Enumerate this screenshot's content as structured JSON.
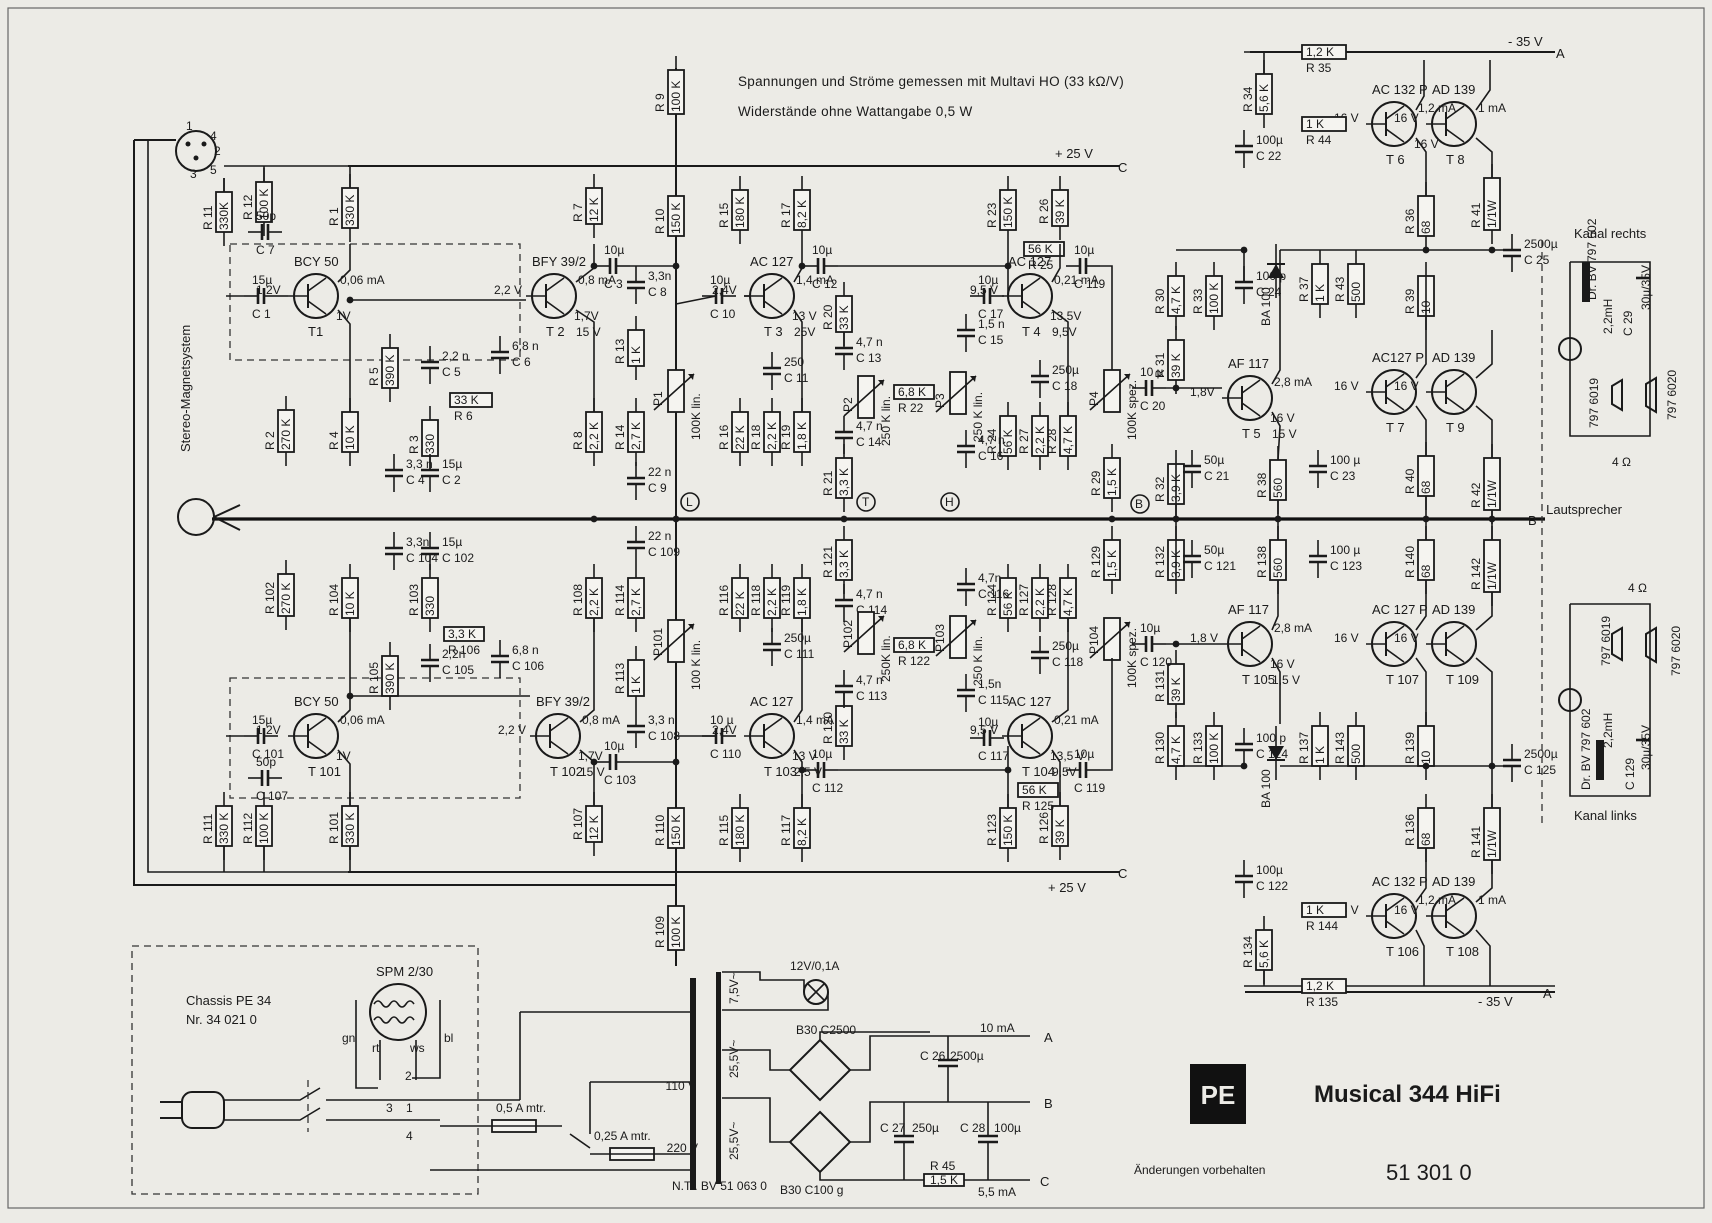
{
  "header": {
    "note_line1": "Spannungen und Ströme gemessen mit Multavi HO (33 kΩ/V)",
    "note_line2": "Widerstände ohne Wattangabe 0,5 W"
  },
  "title_block": {
    "logo": "PE",
    "product": "Musical 344 HiFi",
    "disclaimer": "Änderungen vorbehalten",
    "doc_number": "51 301 0"
  },
  "chassis": {
    "line1": "Chassis PE 34",
    "line2": "Nr. 34 021 0",
    "motor": "SPM 2/30",
    "wire_colors": [
      "gn",
      "rt",
      "ws",
      "bl"
    ]
  },
  "power_supply": {
    "transformer": "N.Tr. BV 51 063 0",
    "lamp": "12V/0,1A",
    "v1": "7,5V~",
    "v2": "25,5V~",
    "v3": "25,5V~",
    "bridge1": "B30 C2500",
    "bridge2": "B30 C100 g",
    "fuse1": "0,5 A mtr.",
    "fuse2": "0,25 A mtr.",
    "mains1": "110 V",
    "mains2": "220 V",
    "out_a_current": "10 mA",
    "out_c_current": "5,5 mA",
    "c26": "C 26",
    "c26v": "2500µ",
    "c27": "C 27",
    "c27v": "250µ",
    "c28": "C 28",
    "c28v": "100µ",
    "r45": "R 45",
    "r45v": "1,5 K",
    "taps": [
      "1",
      "2",
      "3",
      "4"
    ]
  },
  "rails": {
    "plus25_top": "+ 25 V",
    "plus25_bottom": "+ 25 V",
    "minus35_top": "- 35 V",
    "minus35_bottom": "- 35 V",
    "C": "C",
    "A": "A",
    "B": "B"
  },
  "input": {
    "label": "Stereo-Magnetsystem",
    "pins": [
      "1",
      "4",
      "2",
      "3",
      "5"
    ]
  },
  "markers": [
    "L",
    "T",
    "H",
    "B"
  ],
  "speakers": {
    "right_title": "Kanal rechts",
    "left_title": "Kanal links",
    "lautsprecher": "Lautsprecher",
    "ohm": "4 Ω",
    "right_choke": "Dr. BV 797 602",
    "left_choke": "Dr. BV 797 602",
    "inductance": "2,2mH",
    "c29": "C 29",
    "c129": "C 129",
    "cval": "30µ/35V",
    "spk1": "797 6019",
    "spk2": "797 6020"
  },
  "upper": {
    "transistors": [
      {
        "name": "BCY 50",
        "ref": "T1",
        "v": "1,2V",
        "i": "0,06 mA",
        "v2": "1V"
      },
      {
        "name": "BFY 39/2",
        "ref": "T 2",
        "v": "2,2 V",
        "i": "0,8 mA",
        "v2": "1,7V",
        "v3": "15 V"
      },
      {
        "name": "AC 127",
        "ref": "T 3",
        "v": "2,4V",
        "i": "1,4 mA",
        "v2": "13 V",
        "v3": "25V"
      },
      {
        "name": "AC 127",
        "ref": "T 4",
        "v": "9,5 V",
        "i": "0,21 mA",
        "v2": "13,5V",
        "v3": "9,5V"
      },
      {
        "name": "AF 117",
        "ref": "T 5",
        "v": "1,8V",
        "i": "2,8 mA",
        "v2": "16 V",
        "v3": "15 V"
      },
      {
        "name": "AC 132 P",
        "ref": "T 6",
        "v": "16 V",
        "i": "1,2 mA",
        "v2": "16 V"
      },
      {
        "name": "AC127 P",
        "ref": "T 7",
        "v": "16 V"
      },
      {
        "name": "AD 139",
        "ref": "T 8",
        "i": "1 mA",
        "v": "16 V"
      },
      {
        "name": "AD 139",
        "ref": "T 9",
        "v": "16 V"
      }
    ],
    "resistors": [
      {
        "ref": "R 9",
        "val": "100 K"
      },
      {
        "ref": "R 11",
        "val": "330K"
      },
      {
        "ref": "R 12",
        "val": "100 K"
      },
      {
        "ref": "R 1",
        "val": "330 K"
      },
      {
        "ref": "R 7",
        "val": "12 K"
      },
      {
        "ref": "R 10",
        "val": "150 K"
      },
      {
        "ref": "R 15",
        "val": "180 K"
      },
      {
        "ref": "R 17",
        "val": "8,2 K"
      },
      {
        "ref": "R 23",
        "val": "150 K"
      },
      {
        "ref": "R 26",
        "val": "39 K"
      },
      {
        "ref": "R 25",
        "val": "56 K"
      },
      {
        "ref": "R 5",
        "val": "390 K"
      },
      {
        "ref": "R 6",
        "val": "33 K"
      },
      {
        "ref": "R 3",
        "val": "330"
      },
      {
        "ref": "R 4",
        "val": "10 K"
      },
      {
        "ref": "R 2",
        "val": "270 K"
      },
      {
        "ref": "R 8",
        "val": "2,2 K"
      },
      {
        "ref": "R 13",
        "val": "1 K"
      },
      {
        "ref": "R 14",
        "val": "2,7 K"
      },
      {
        "ref": "R 16",
        "val": "22 K"
      },
      {
        "ref": "R 18",
        "val": "2,2 K"
      },
      {
        "ref": "R 19",
        "val": "1,8 K"
      },
      {
        "ref": "R 20",
        "val": "33 K"
      },
      {
        "ref": "R 21",
        "val": "3,3 K"
      },
      {
        "ref": "R 22",
        "val": "6,8 K"
      },
      {
        "ref": "R 24",
        "val": "56 K"
      },
      {
        "ref": "R 27",
        "val": "2,2 K"
      },
      {
        "ref": "R 28",
        "val": "4,7 K"
      },
      {
        "ref": "R 29",
        "val": "1,5 K"
      },
      {
        "ref": "R 30",
        "val": "4,7 K"
      },
      {
        "ref": "R 31",
        "val": "39 K"
      },
      {
        "ref": "R 32",
        "val": "3,9 K"
      },
      {
        "ref": "R 33",
        "val": "100 K"
      },
      {
        "ref": "R 34",
        "val": "5,6 K"
      },
      {
        "ref": "R 35",
        "val": "1,2 K"
      },
      {
        "ref": "R 36",
        "val": "68"
      },
      {
        "ref": "R 37",
        "val": "1 K"
      },
      {
        "ref": "R 38",
        "val": "560"
      },
      {
        "ref": "R 39",
        "val": "10"
      },
      {
        "ref": "R 40",
        "val": "68"
      },
      {
        "ref": "R 41",
        "val": "1/1W"
      },
      {
        "ref": "R 42",
        "val": "1/1W"
      },
      {
        "ref": "R 43",
        "val": "500"
      },
      {
        "ref": "R 44",
        "val": "1 K"
      }
    ],
    "caps": [
      {
        "ref": "C 7",
        "val": "50p"
      },
      {
        "ref": "C 1",
        "val": "15µ"
      },
      {
        "ref": "C 3",
        "val": "10µ"
      },
      {
        "ref": "C 8",
        "val": "3,3n"
      },
      {
        "ref": "C 10",
        "val": "10µ"
      },
      {
        "ref": "C 12",
        "val": "10µ"
      },
      {
        "ref": "C 17",
        "val": "10µ"
      },
      {
        "ref": "C 119",
        "val": "10µ"
      },
      {
        "ref": "C 5",
        "val": "2,2 n"
      },
      {
        "ref": "C 6",
        "val": "6,8 n"
      },
      {
        "ref": "C 4",
        "val": "3,3 n"
      },
      {
        "ref": "C 2",
        "val": "15µ"
      },
      {
        "ref": "C 9",
        "val": "22 n"
      },
      {
        "ref": "C 11",
        "val": "250"
      },
      {
        "ref": "C 13",
        "val": "4,7 n"
      },
      {
        "ref": "C 14",
        "val": "4,7 n"
      },
      {
        "ref": "C 15",
        "val": "1,5 n"
      },
      {
        "ref": "C 16",
        "val": "4,7 n"
      },
      {
        "ref": "C 18",
        "val": "250µ"
      },
      {
        "ref": "C 20",
        "val": "10 µ"
      },
      {
        "ref": "C 21",
        "val": "50µ"
      },
      {
        "ref": "C 22",
        "val": "100µ"
      },
      {
        "ref": "C 23",
        "val": "100 µ"
      },
      {
        "ref": "C 24",
        "val": "100 p"
      },
      {
        "ref": "C 25",
        "val": "2500µ"
      }
    ],
    "pots": [
      {
        "ref": "P1",
        "val": "100K lin."
      },
      {
        "ref": "P2",
        "val": "250 K lin."
      },
      {
        "ref": "P3",
        "val": "250 K lin."
      },
      {
        "ref": "P4",
        "val": "100K spez."
      }
    ],
    "diode": "BA 100"
  },
  "lower": {
    "transistors": [
      {
        "name": "BCY 50",
        "ref": "T 101",
        "v": "1,2V",
        "i": "0,06 mA",
        "v2": "1V"
      },
      {
        "name": "BFY 39/2",
        "ref": "T 102",
        "v": "2,2 V",
        "i": "0,8 mA",
        "v2": "1,7V",
        "v3": "15 V"
      },
      {
        "name": "AC 127",
        "ref": "T 103",
        "v": "2,4V",
        "i": "1,4 mA",
        "v2": "13 V",
        "v3": "2,5 V"
      },
      {
        "name": "AC 127",
        "ref": "T 104",
        "v": "9,5 V",
        "i": "0,21 mA",
        "v2": "13,5 V",
        "v3": "9,5V"
      },
      {
        "name": "AF 117",
        "ref": "T 105",
        "v": "1,8 V",
        "i": "2,8 mA",
        "v2": "16 V",
        "v3": "1,5 V"
      },
      {
        "name": "AC 132 P",
        "ref": "T 106",
        "v": "16 V",
        "i": "1,2 mA"
      },
      {
        "name": "AC 127 P",
        "ref": "T 107",
        "v": "16 V"
      },
      {
        "name": "AD 139",
        "ref": "T 108",
        "i": "1 mA",
        "v": "16 V"
      },
      {
        "name": "AD 139",
        "ref": "T 109",
        "v": "16 V"
      }
    ],
    "resistors": [
      {
        "ref": "R 102",
        "val": "270 K"
      },
      {
        "ref": "R 104",
        "val": "10 K"
      },
      {
        "ref": "R 103",
        "val": "330"
      },
      {
        "ref": "R 106",
        "val": "3,3 K"
      },
      {
        "ref": "R 105",
        "val": "390 K"
      },
      {
        "ref": "R 108",
        "val": "2,2 K"
      },
      {
        "ref": "R 114",
        "val": "2,7 K"
      },
      {
        "ref": "R 113",
        "val": "1 K"
      },
      {
        "ref": "R 116",
        "val": "22 K"
      },
      {
        "ref": "R 118",
        "val": "2,2 K"
      },
      {
        "ref": "R 119",
        "val": "1,8 K"
      },
      {
        "ref": "R 121",
        "val": "3,3 K"
      },
      {
        "ref": "R 122",
        "val": "6,8 K"
      },
      {
        "ref": "R 120",
        "val": "33 K"
      },
      {
        "ref": "R 124",
        "val": "56 K"
      },
      {
        "ref": "R 127",
        "val": "2,2 K"
      },
      {
        "ref": "R 128",
        "val": "4,7 K"
      },
      {
        "ref": "R 129",
        "val": "1,5 K"
      },
      {
        "ref": "R 111",
        "val": "330 K"
      },
      {
        "ref": "R 112",
        "val": "100 K"
      },
      {
        "ref": "R 101",
        "val": "330 K"
      },
      {
        "ref": "R 107",
        "val": "12 K"
      },
      {
        "ref": "R 110",
        "val": "150 K"
      },
      {
        "ref": "R 115",
        "val": "180 K"
      },
      {
        "ref": "R 117",
        "val": "8,2 K"
      },
      {
        "ref": "R 123",
        "val": "150 K"
      },
      {
        "ref": "R 125",
        "val": "56 K"
      },
      {
        "ref": "R 126",
        "val": "39 K"
      },
      {
        "ref": "R 109",
        "val": "100 K"
      },
      {
        "ref": "R 132",
        "val": "3,9 K"
      },
      {
        "ref": "R 131",
        "val": "39 K"
      },
      {
        "ref": "R 130",
        "val": "4,7 K"
      },
      {
        "ref": "R 133",
        "val": "100 K"
      },
      {
        "ref": "R 138",
        "val": "560"
      },
      {
        "ref": "R 137",
        "val": "1 K"
      },
      {
        "ref": "R 143",
        "val": "500"
      },
      {
        "ref": "R 139",
        "val": "10"
      },
      {
        "ref": "R 140",
        "val": "68"
      },
      {
        "ref": "R 142",
        "val": "1/1W"
      },
      {
        "ref": "R 136",
        "val": "68"
      },
      {
        "ref": "R 141",
        "val": "1/1W"
      },
      {
        "ref": "R 144",
        "val": "1 K"
      },
      {
        "ref": "R 134",
        "val": "5,6 K"
      },
      {
        "ref": "R 135",
        "val": "1,2 K"
      }
    ],
    "caps": [
      {
        "ref": "C 104",
        "val": "3,3n"
      },
      {
        "ref": "C 102",
        "val": "15µ"
      },
      {
        "ref": "C 105",
        "val": "2,2n"
      },
      {
        "ref": "C 106",
        "val": "6,8 n"
      },
      {
        "ref": "C 101",
        "val": "15µ"
      },
      {
        "ref": "C 107",
        "val": "50p"
      },
      {
        "ref": "C 109",
        "val": "22 n"
      },
      {
        "ref": "C 108",
        "val": "3,3 n"
      },
      {
        "ref": "C 103",
        "val": "10µ"
      },
      {
        "ref": "C 110",
        "val": "10 µ"
      },
      {
        "ref": "C 111",
        "val": "250µ"
      },
      {
        "ref": "C 112",
        "val": "10µ"
      },
      {
        "ref": "C 114",
        "val": "4,7 n"
      },
      {
        "ref": "C 113",
        "val": "4,7 n"
      },
      {
        "ref": "C 116",
        "val": "4,7n"
      },
      {
        "ref": "C 115",
        "val": "1,5n"
      },
      {
        "ref": "C 117",
        "val": "10µ"
      },
      {
        "ref": "C 118",
        "val": "250µ"
      },
      {
        "ref": "C 119",
        "val": "10µ"
      },
      {
        "ref": "C 120",
        "val": "10µ"
      },
      {
        "ref": "C 121",
        "val": "50µ"
      },
      {
        "ref": "C 123",
        "val": "100 µ"
      },
      {
        "ref": "C 124",
        "val": "100 p"
      },
      {
        "ref": "C 125",
        "val": "2500µ"
      },
      {
        "ref": "C 122",
        "val": "100µ"
      }
    ],
    "pots": [
      {
        "ref": "P101",
        "val": "100 K lin."
      },
      {
        "ref": "P102",
        "val": "250K lin."
      },
      {
        "ref": "P103",
        "val": "250 K lin."
      },
      {
        "ref": "P104",
        "val": "100K spez."
      }
    ],
    "diode": "BA 100"
  }
}
